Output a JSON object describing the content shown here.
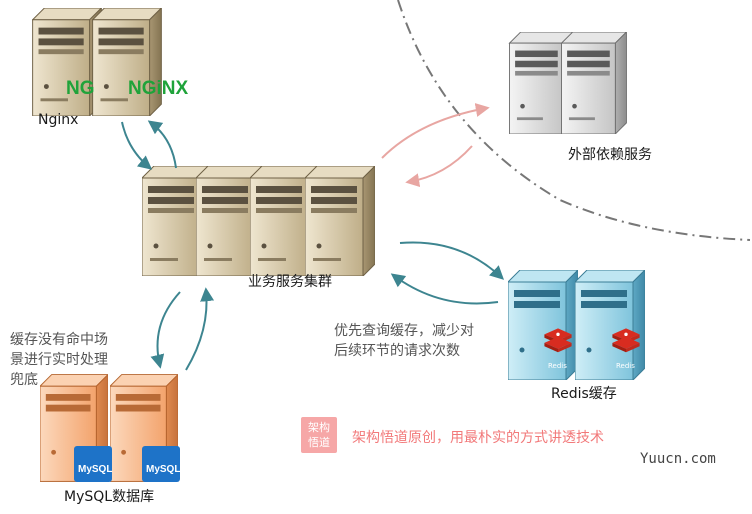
{
  "labels": {
    "nginx": "Nginx",
    "cluster": "业务服务集群",
    "external": "外部依赖服务",
    "redis": "Redis缓存",
    "mysql": "MySQL数据库"
  },
  "nginx_logo_text": "NGiNX",
  "redis_logo_text": "Redis",
  "mysql_logo_text": "MySQL",
  "notes": {
    "cache_miss": [
      "缓存没有命中场",
      "景进行实时处理",
      "兜底"
    ],
    "cache_first": [
      "优先查询缓存，减少对",
      "后续环节的请求次数"
    ]
  },
  "brand_badge": [
    "架构",
    "悟道"
  ],
  "slogan": "架构悟道原创，用最朴实的方式讲透技术",
  "watermark": "Yuucn.com",
  "colors": {
    "arrow_teal": "#3d8590",
    "arrow_pink": "#e8a6a2",
    "slogan_red": "#f2797a",
    "nginx_green": "#1fa33a",
    "boundary": "#777777"
  }
}
